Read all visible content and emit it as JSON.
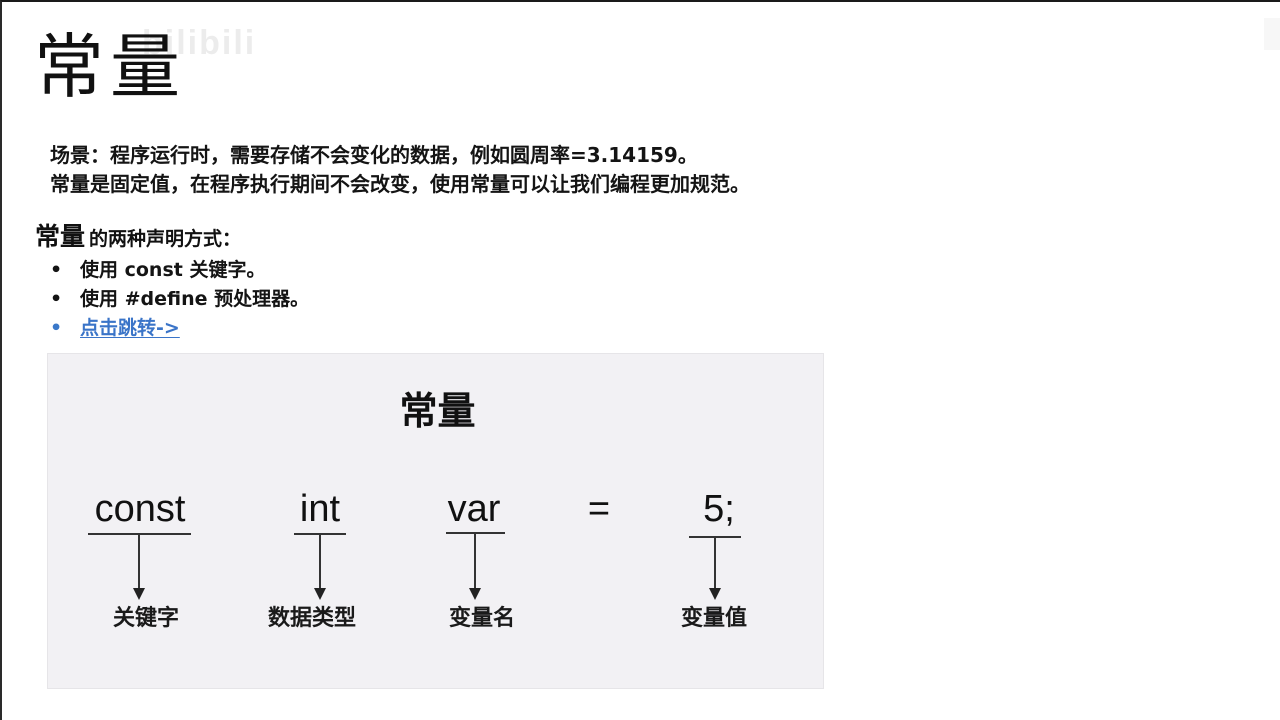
{
  "slide": {
    "title": "常量",
    "watermark": "bilibili"
  },
  "intro": {
    "line1": "场景：程序运行时，需要存储不会变化的数据，例如圆周率=3.14159。",
    "line2": "常量是固定值，在程序执行期间不会改变，使用常量可以让我们编程更加规范。"
  },
  "declarations": {
    "heading_big": "常量",
    "heading_small": "的两种声明方式：",
    "items": [
      {
        "label": "使用 const 关键字。"
      },
      {
        "label": "使用 #define 预处理器。"
      }
    ],
    "link": {
      "label": "点击跳转->",
      "color": "#3a74c8"
    }
  },
  "diagram": {
    "title": "常量",
    "background": "#f2f1f4",
    "tokens": [
      {
        "text": "const",
        "label": "关键字"
      },
      {
        "text": "int",
        "label": "数据类型"
      },
      {
        "text": "var",
        "label": "变量名"
      },
      {
        "text": "="
      },
      {
        "text": "5;",
        "label": "变量值"
      }
    ]
  }
}
